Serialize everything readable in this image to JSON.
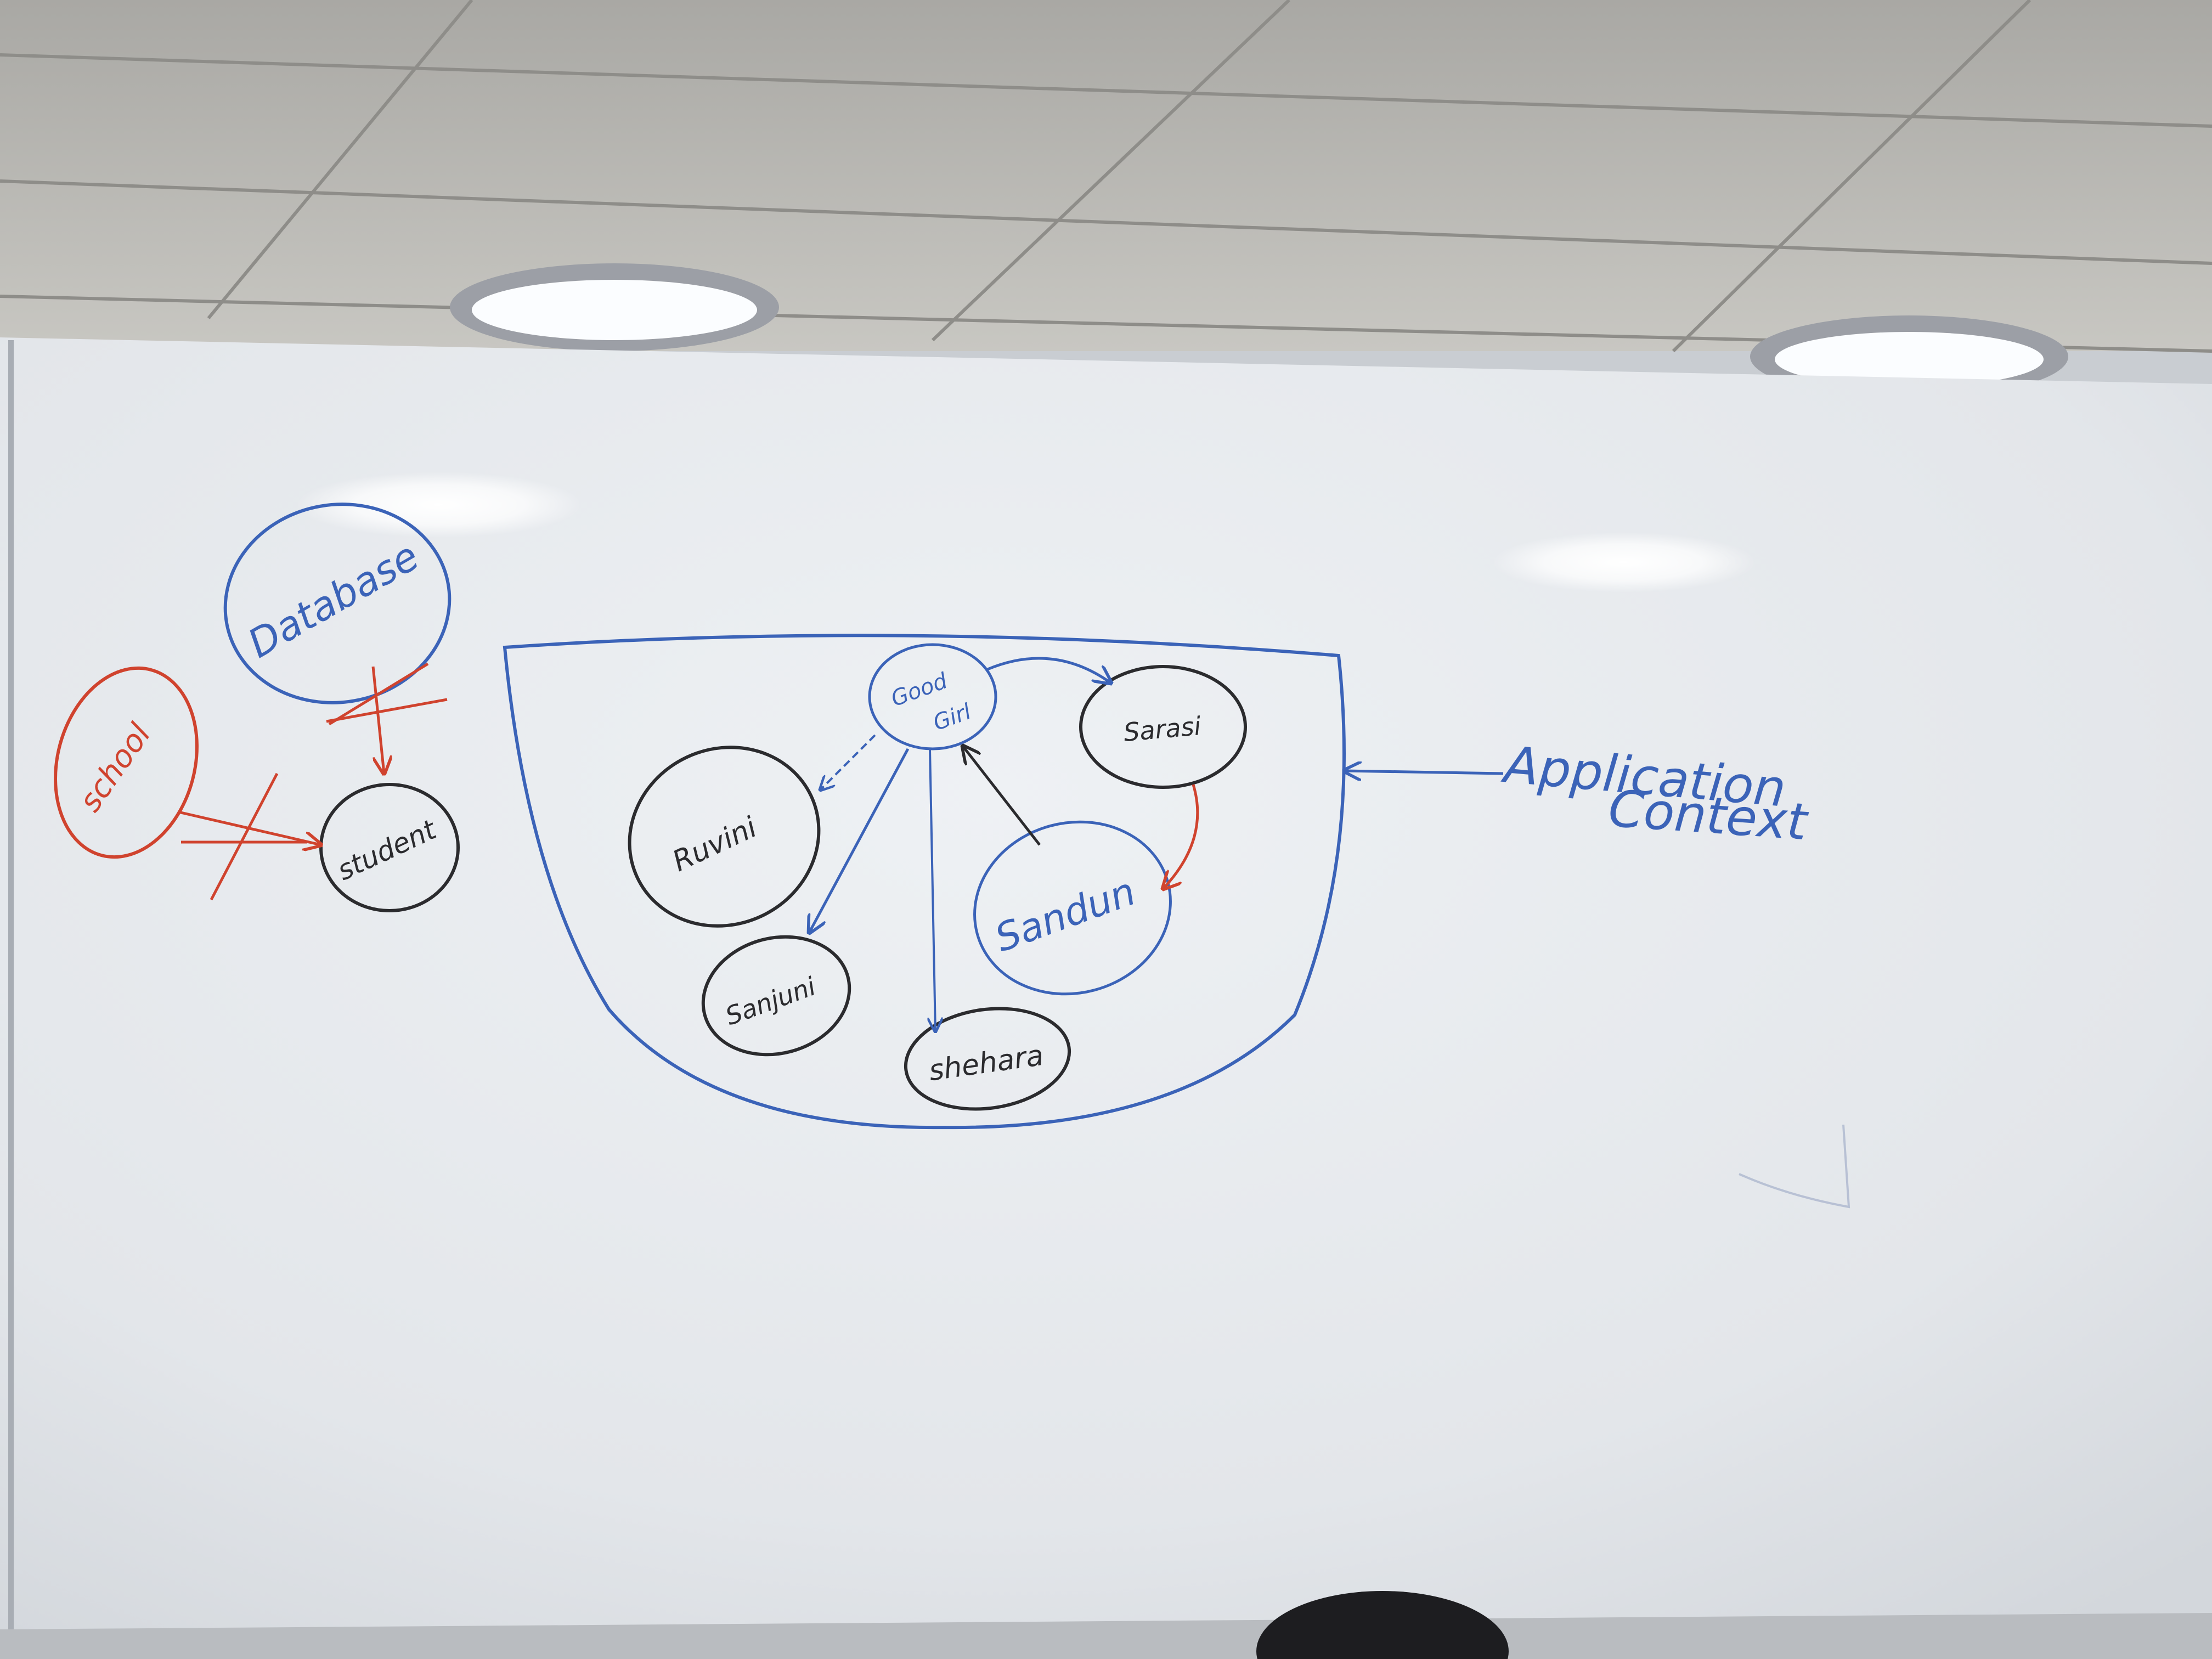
{
  "whiteboard": {
    "left_diagram": {
      "database_label": "Database",
      "school_label": "school",
      "student_label": "student"
    },
    "context_diagram": {
      "center_label": "Good Girl",
      "center_line1": "Good",
      "center_line2": "Girl",
      "nodes": {
        "ruvini": "Ruvini",
        "sarasi": "Sarasi",
        "sandun": "Sandun",
        "sanjuni": "Sanjuni",
        "shehara": "shehara"
      },
      "annotation_line1": "Application",
      "annotation_line2": "Context"
    }
  },
  "colors": {
    "board": "#e6e9ec",
    "ceiling": "#bdbcb8",
    "blue_marker": "#3b63b8",
    "black_marker": "#2b2b2e",
    "red_marker": "#d0432e",
    "light": "#fbfdff"
  }
}
